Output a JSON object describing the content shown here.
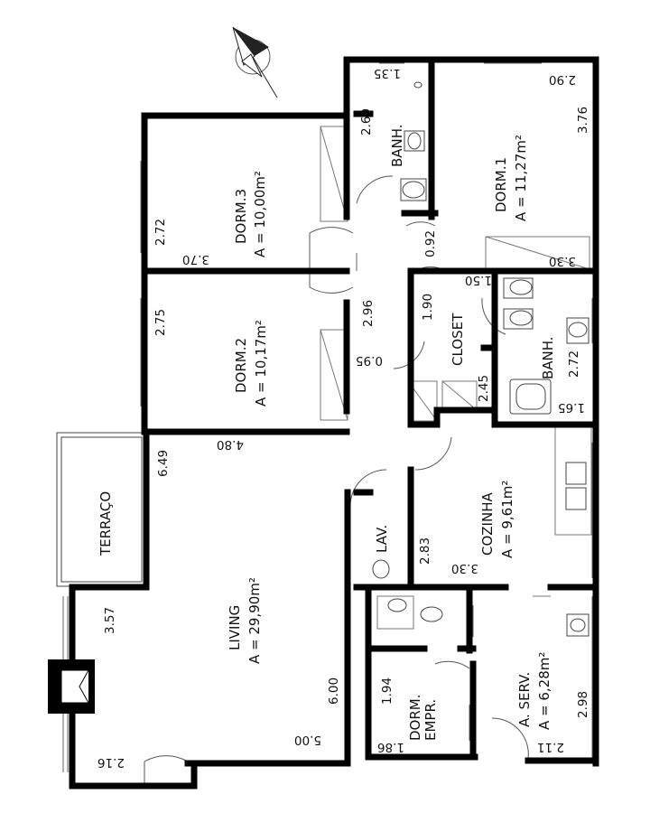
{
  "rooms": {
    "dorm3": {
      "name": "DORM.3",
      "area": "A = 10,00m²"
    },
    "dorm2": {
      "name": "DORM.2",
      "area": "A = 10,17m²"
    },
    "dorm1": {
      "name": "DORM.1",
      "area": "A = 11,27m²"
    },
    "banh_top": {
      "name": "BANH."
    },
    "banh_right": {
      "name": "BANH."
    },
    "closet": {
      "name": "CLOSET"
    },
    "cozinha": {
      "name": "COZINHA",
      "area": "A = 9,61m²"
    },
    "lav": {
      "name": "LAV."
    },
    "terraco": {
      "name": "TERRAÇO"
    },
    "living": {
      "name": "LIVING",
      "area": "A = 29,90m²"
    },
    "dorm_empr": {
      "name": "DORM.",
      "name2": "EMPR."
    },
    "a_serv": {
      "name": "A. SERV.",
      "area": "A = 6,28m²"
    }
  },
  "dimensions": {
    "d_1_35": "1.35",
    "d_2_69": "2.69",
    "d_2_90": "2.90",
    "d_3_76": "3.76",
    "d_2_72_dorm3": "2.72",
    "d_3_70": "3.70",
    "d_0_92": "0.92",
    "d_3_30_top": "3.30",
    "d_1_50": "1.50",
    "d_1_90": "1.90",
    "d_2_75": "2.75",
    "d_2_96": "2.96",
    "d_0_95": "0.95",
    "d_2_45": "2.45",
    "d_2_72_banh": "2.72",
    "d_1_65": "1.65",
    "d_6_49": "6.49",
    "d_4_80": "4.80",
    "d_2_83": "2.83",
    "d_3_30_coz": "3.30",
    "d_3_57": "3.57",
    "d_1_94": "1.94",
    "d_2_98": "2.98",
    "d_6_00": "6.00",
    "d_5_00": "5.00",
    "d_1_86": "1.86",
    "d_2_11": "2.11",
    "d_2_16": "2.16"
  }
}
